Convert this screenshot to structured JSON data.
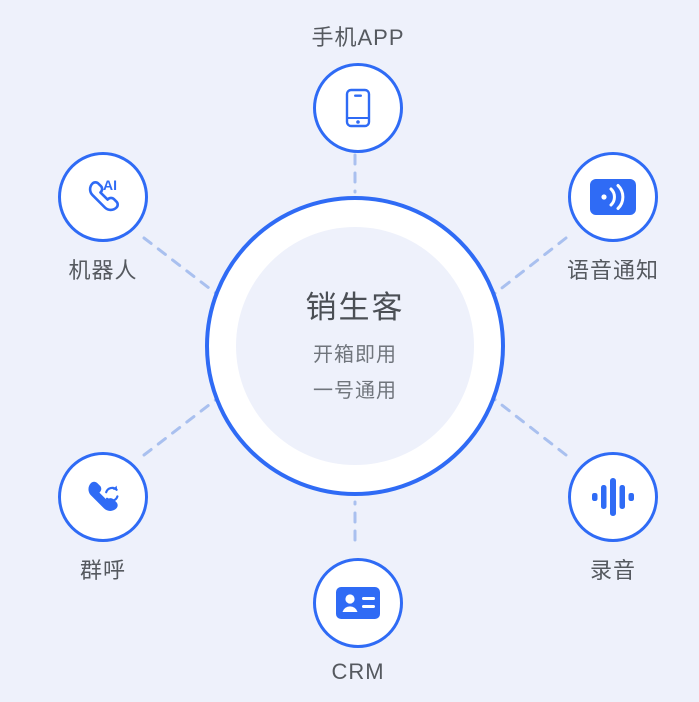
{
  "canvas": {
    "background_color": "#eef1fb",
    "accent_color": "#2f6bf5",
    "connector_color": "#a9c0ef",
    "label_color": "#55595f"
  },
  "hub": {
    "title": "销生客",
    "subtitle_line1": "开箱即用",
    "subtitle_line2": "一号通用",
    "ring_color": "#2f6bf5",
    "inner_fill": "#eef1fb"
  },
  "nodes": [
    {
      "id": "mobile-app",
      "label": "手机APP",
      "icon": "smartphone-icon",
      "icon_style": "outline",
      "label_position": "above",
      "position": "top"
    },
    {
      "id": "robot",
      "label": "机器人",
      "icon": "ai-phone-icon",
      "icon_style": "outline",
      "label_position": "below",
      "position": "top-left",
      "badge_text": "AI"
    },
    {
      "id": "voice-notice",
      "label": "语音通知",
      "icon": "voice-broadcast-icon",
      "icon_style": "filled",
      "label_position": "below",
      "position": "top-right"
    },
    {
      "id": "recording",
      "label": "录音",
      "icon": "waveform-icon",
      "icon_style": "filled",
      "label_position": "below",
      "position": "bottom-right"
    },
    {
      "id": "crm",
      "label": "CRM",
      "icon": "contact-card-icon",
      "icon_style": "filled",
      "label_position": "below",
      "position": "bottom"
    },
    {
      "id": "group-call",
      "label": "群呼",
      "icon": "phone-refresh-icon",
      "icon_style": "filled",
      "label_position": "below",
      "position": "bottom-left"
    }
  ]
}
